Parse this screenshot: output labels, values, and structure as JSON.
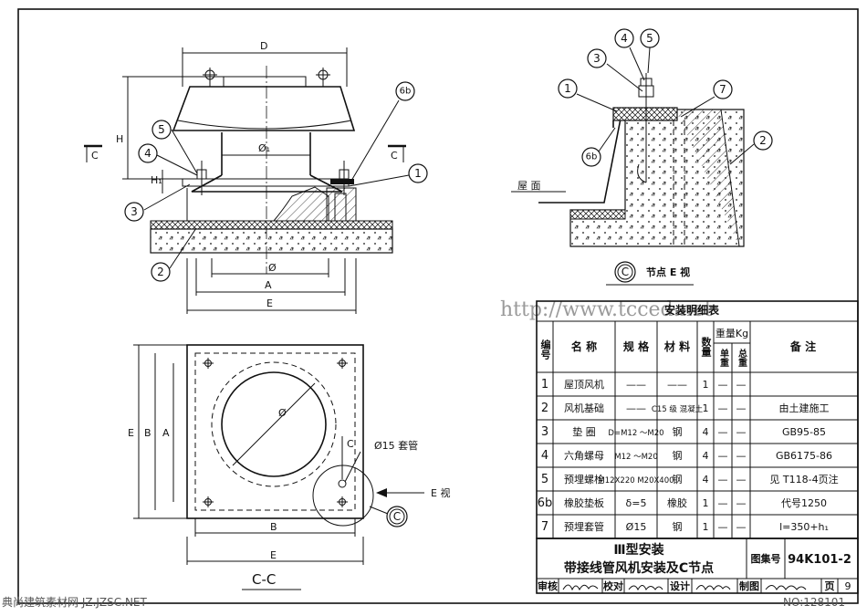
{
  "watermark": "http://www.tcced.net",
  "footer_left": "典尚建筑素材网 JZ.JZSC.NET",
  "footer_right": "NO:128101",
  "elevation": {
    "dims": {
      "D": "D",
      "H": "H",
      "H1": "H₁",
      "phi1": "Ø₁",
      "phi": "Ø",
      "A": "A",
      "E": "E"
    },
    "section_mark": "C",
    "balloons": [
      "1",
      "2",
      "3",
      "4",
      "5",
      "6b"
    ]
  },
  "detail_e": {
    "balloons": [
      "1",
      "2",
      "3",
      "4",
      "5",
      "6b",
      "7"
    ],
    "roof_label": "屋 面",
    "title_mark": "C",
    "title": "节点 E 视"
  },
  "plan_cc": {
    "dims": {
      "phi": "Ø",
      "E": "E",
      "B": "B",
      "A": "A",
      "C": "C",
      "sleeve": "Ø15 套管"
    },
    "view_arrow": "E 视",
    "detail_mark": "C",
    "title": "C-C"
  },
  "table": {
    "title": "安装明细表",
    "headers": {
      "no": "编号",
      "name": "名 称",
      "spec": "规 格",
      "material": "材 料",
      "qty": "数量",
      "weight": "重量Kg",
      "unit": "单重",
      "total": "总重",
      "remark": "备 注"
    },
    "rows": [
      {
        "no": "1",
        "name": "屋顶风机",
        "spec": "——",
        "material": "——",
        "qty": "1",
        "unit": "—",
        "total": "—",
        "remark": ""
      },
      {
        "no": "2",
        "name": "风机基础",
        "spec": "——",
        "material": "C15 级 混凝土",
        "qty": "1",
        "unit": "—",
        "total": "—",
        "remark": "由土建施工"
      },
      {
        "no": "3",
        "name": "垫 圈",
        "spec": "D=M12 ～M20",
        "material": "钢",
        "qty": "4",
        "unit": "—",
        "total": "—",
        "remark": "GB95-85"
      },
      {
        "no": "4",
        "name": "六角螺母",
        "spec": "M12 ～M20",
        "material": "钢",
        "qty": "4",
        "unit": "—",
        "total": "—",
        "remark": "GB6175-86"
      },
      {
        "no": "5",
        "name": "预埋螺栓",
        "spec": "M12X220 M20X400",
        "material": "钢",
        "qty": "4",
        "unit": "—",
        "total": "—",
        "remark": "见 T118-4页注"
      },
      {
        "no": "6b",
        "name": "橡胶垫板",
        "spec": "δ=5",
        "material": "橡胶",
        "qty": "1",
        "unit": "—",
        "total": "—",
        "remark": "代号1250"
      },
      {
        "no": "7",
        "name": "预埋套管",
        "spec": "Ø15",
        "material": "钢",
        "qty": "1",
        "unit": "—",
        "total": "—",
        "remark": "l=350+h₁"
      }
    ]
  },
  "title_block": {
    "line1": "Ⅲ型安装",
    "line2": "带接线管风机安装及C节点",
    "atlas_label": "图集号",
    "atlas_no": "94K101-2",
    "review": "审核",
    "proof": "校对",
    "design": "设计",
    "draw": "制图",
    "page_label": "页",
    "page_no": "9"
  }
}
